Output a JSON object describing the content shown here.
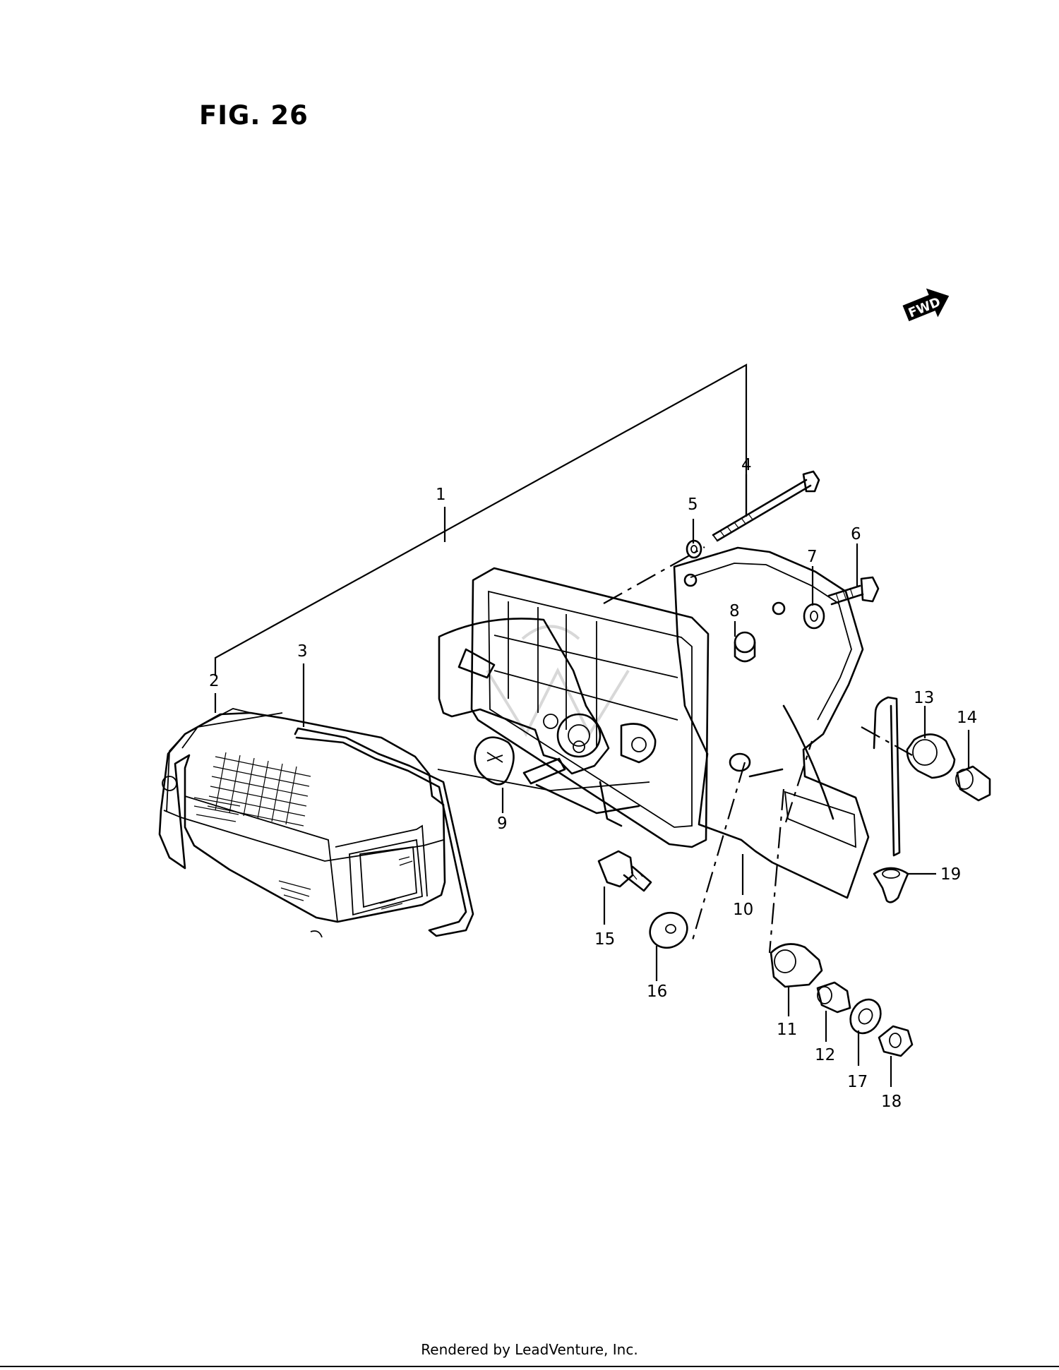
{
  "figure": {
    "title": "FIG. 26",
    "direction_badge": "FWD"
  },
  "callouts": [
    "1",
    "2",
    "3",
    "4",
    "5",
    "6",
    "7",
    "8",
    "9",
    "10",
    "11",
    "12",
    "13",
    "14",
    "15",
    "16",
    "17",
    "18",
    "19"
  ],
  "footer": {
    "text": "Rendered by LeadVenture, Inc."
  }
}
